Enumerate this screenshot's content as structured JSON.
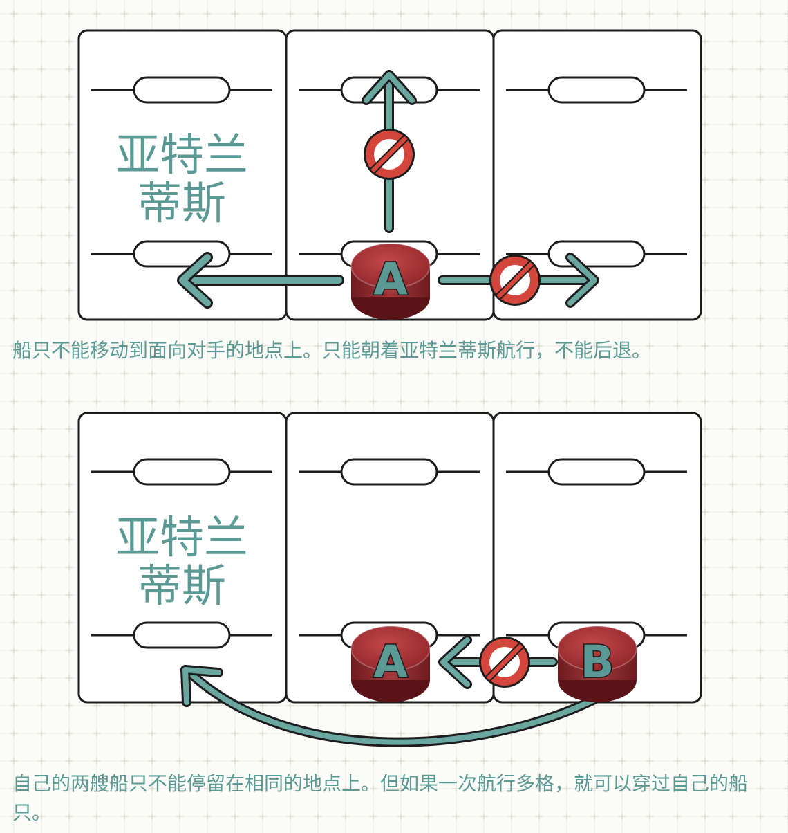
{
  "panels": [
    {
      "region_label_line1": "亚特兰",
      "region_label_line2": "蒂斯",
      "pieces": [
        {
          "letter": "A"
        }
      ],
      "caption": "船只不能移动到面向对手的地点上。只能朝着亚特兰蒂斯航行，不能后退。"
    },
    {
      "region_label_line1": "亚特兰",
      "region_label_line2": "蒂斯",
      "pieces": [
        {
          "letter": "A"
        },
        {
          "letter": "B"
        }
      ],
      "caption": "自己的两艘船只不能停留在相同的地点上。但如果一次航行多格，就可以穿过自己的船只。"
    }
  ],
  "icons": {
    "forbidden": "forbidden-icon",
    "arrow": "arrow-icon",
    "piece": "ship-piece-icon"
  },
  "colors": {
    "teal": "#5b9a94",
    "arrow_fill": "#6aa7a0",
    "forbidden_red": "#d4453b",
    "piece_red": "#9b2a2e",
    "outline": "#1c1c1c",
    "background": "#fbfbf7"
  }
}
